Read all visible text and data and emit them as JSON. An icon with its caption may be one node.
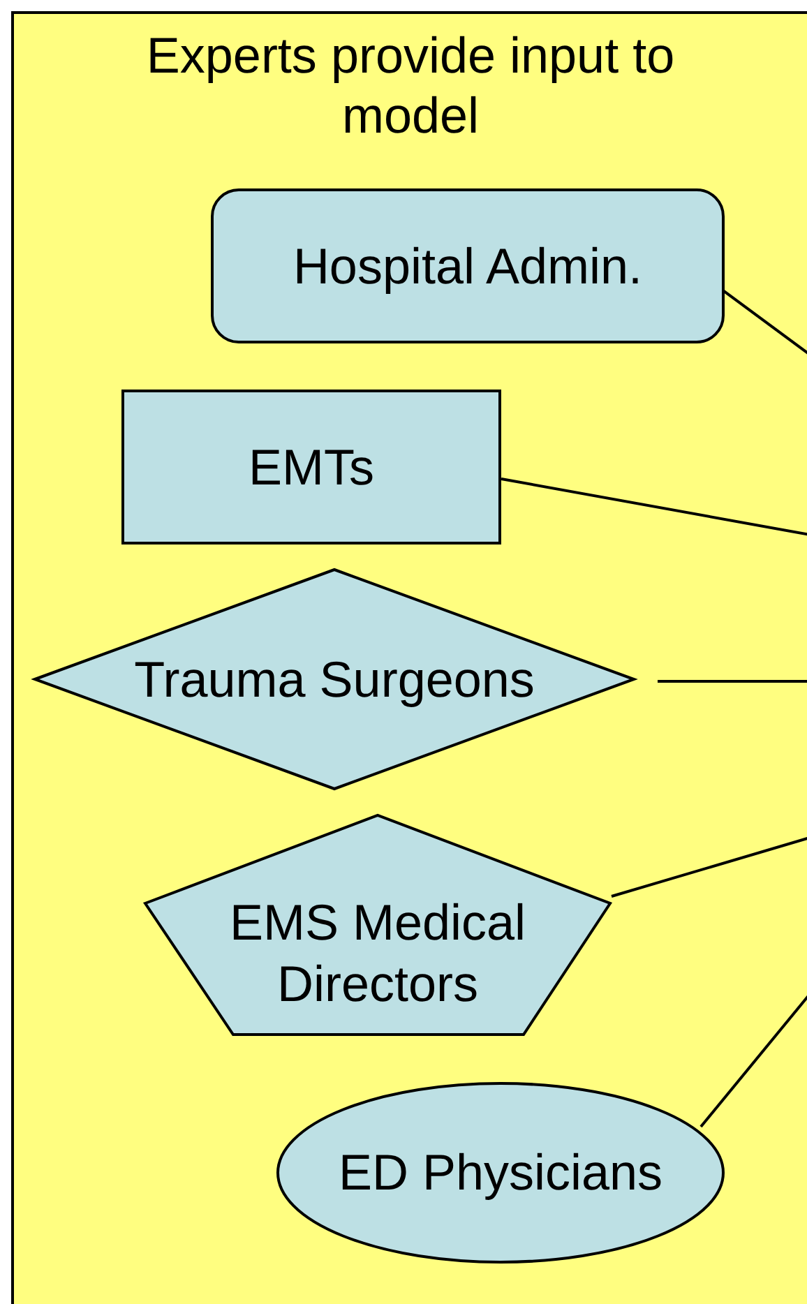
{
  "diagram": {
    "nodes": [
      {
        "text": [
          "Experts provide input to model"
        ]
      },
      {
        "text": [
          "Hospital Admin."
        ],
        "in": 0
      },
      {
        "text": [
          "EMTs"
        ],
        "in": 0
      },
      {
        "text": [
          "Trauma Surgeons"
        ],
        "in": 0
      },
      {
        "text": [
          "EMS Medical Directors"
        ],
        "in": 0
      },
      {
        "text": [
          "ED Physicians"
        ],
        "in": 0
      }
    ],
    "edges": [
      {
        "from": 1,
        "to": null,
        "arrow": "none"
      },
      {
        "from": 2,
        "to": null,
        "arrow": "none"
      },
      {
        "from": 3,
        "to": null,
        "arrow": "none"
      },
      {
        "from": 4,
        "to": null,
        "arrow": "none"
      },
      {
        "from": 5,
        "to": null,
        "arrow": "none"
      }
    ]
  }
}
